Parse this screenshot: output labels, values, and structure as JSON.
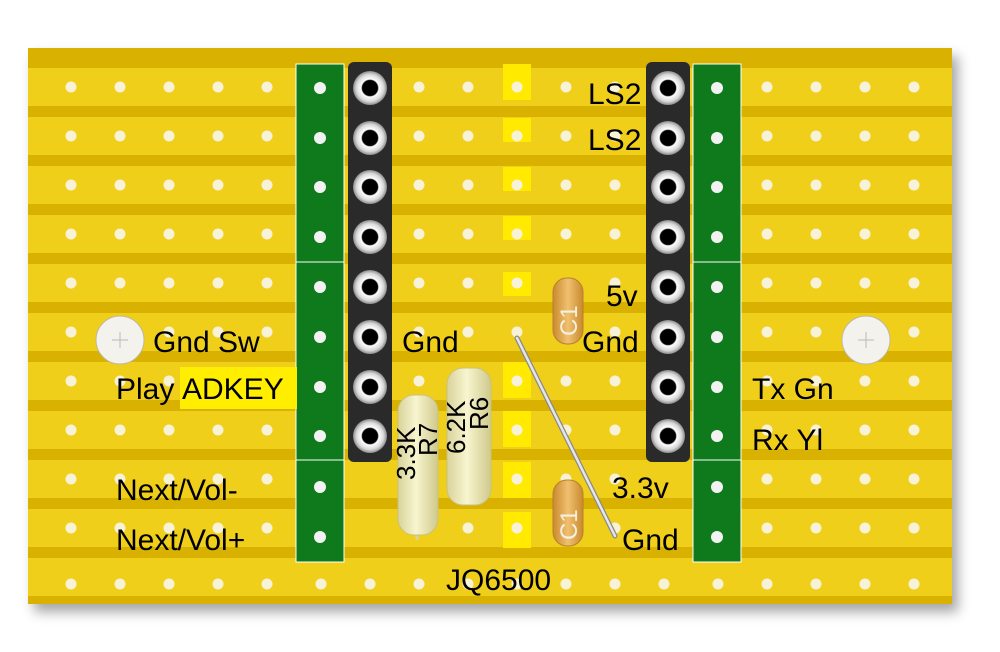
{
  "labels": {
    "gnd_sw": "Gnd Sw",
    "play": "Play",
    "adkey": "ADKEY",
    "next_vol_minus": "Next/Vol-",
    "next_vol_plus": "Next/Vol+",
    "gnd_center": "Gnd",
    "ls2_top": "LS2",
    "ls2_second": "LS2",
    "v5": "5v",
    "gnd_right": "Gnd",
    "tx": "Tx Gn",
    "rx": "Rx Yl",
    "v33": "3.3v",
    "gnd_bottom": "Gnd",
    "module": "JQ6500"
  },
  "components": {
    "r7_value": "3.3K",
    "r7_ref": "R7",
    "r6_value": "6.2K",
    "r6_ref": "R6",
    "c1_top": "C1",
    "c1_bottom": "C1"
  },
  "colors": {
    "board": "#d9b100",
    "strip": "#f0cf1a",
    "hole": "#f7f2d8",
    "header": "#0f7a1c",
    "cut_highlight": "#ffea00",
    "adkey_highlight": "#ffee00",
    "resistor": "#f3efc0",
    "capacitor": "#e0a84a",
    "pin_header": "#2a2a2a"
  }
}
